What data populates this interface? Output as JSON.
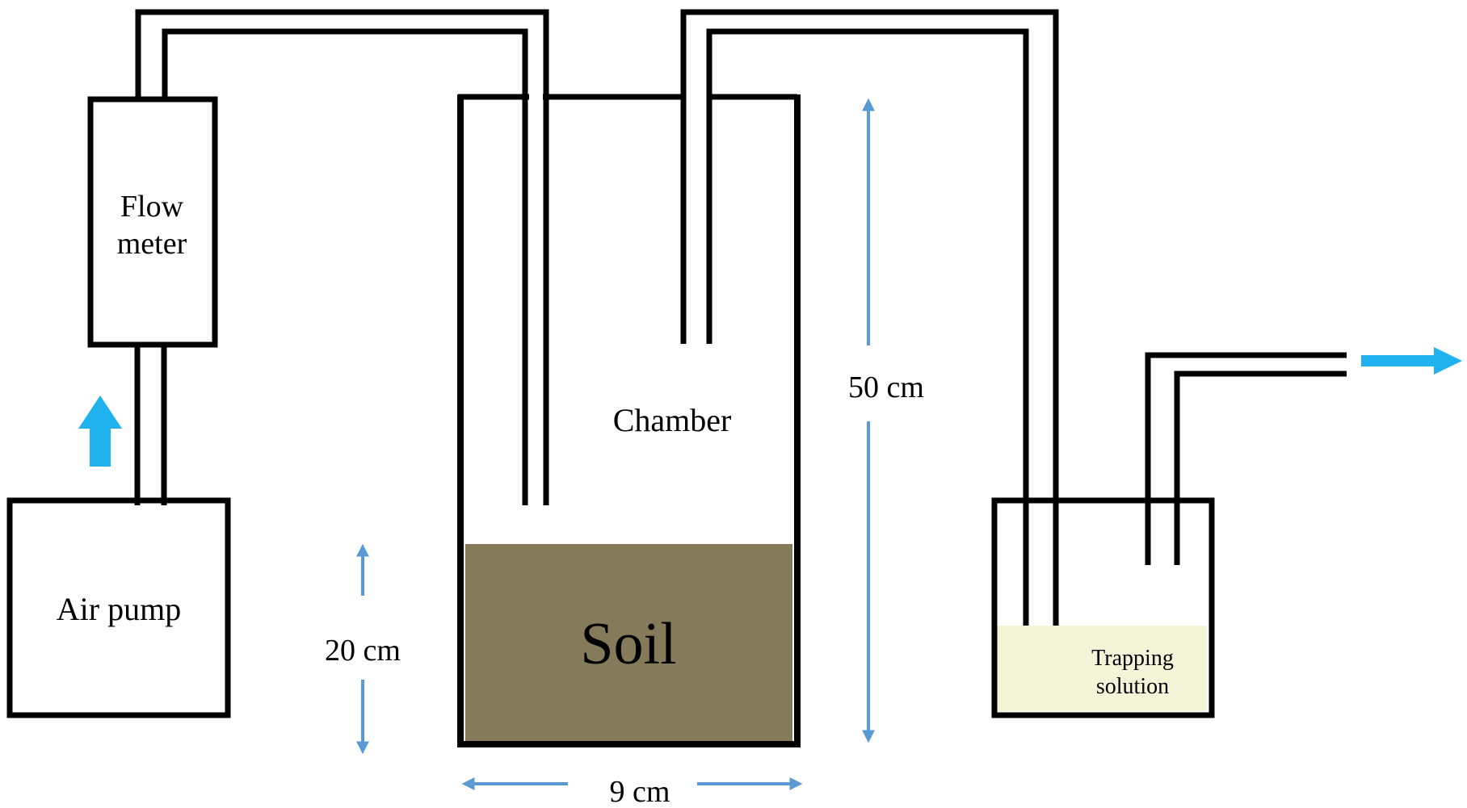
{
  "labels": {
    "flow_meter_line1": "Flow",
    "flow_meter_line2": "meter",
    "air_pump": "Air pump",
    "chamber": "Chamber",
    "soil": "Soil",
    "height_soil": "20 cm",
    "height_chamber": "50 cm",
    "width_chamber": "9 cm",
    "trapping_line1": "Trapping",
    "trapping_line2": "solution"
  },
  "colors": {
    "outline": "#000000",
    "soil_fill": "#857a5a",
    "trapping_fill": "#f4f4d8",
    "dimension_arrow": "#5b9bd5",
    "flow_arrow": "#1fb2ee"
  },
  "icons": {
    "flow_direction_up": "arrow-up-icon",
    "flow_direction_out": "arrow-right-icon"
  }
}
